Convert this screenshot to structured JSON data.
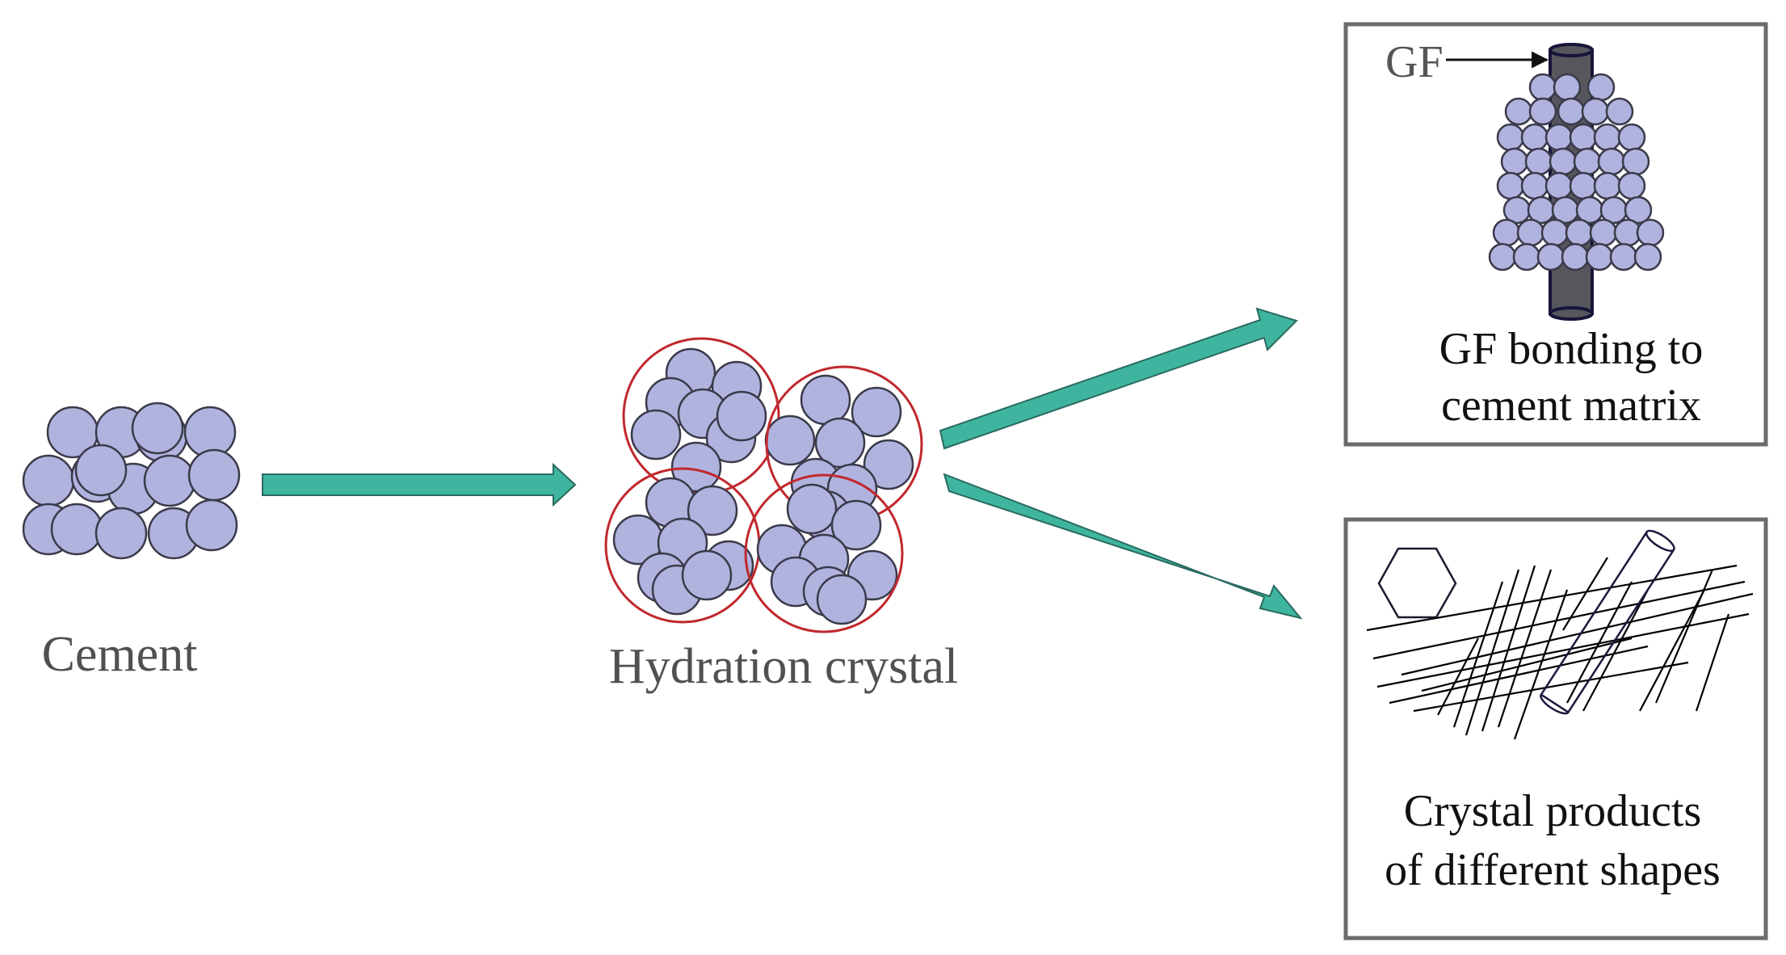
{
  "labels": {
    "cement": "Cement",
    "hydration": "Hydration crystal",
    "gf": "GF",
    "bonding_line1": "GF bonding to",
    "bonding_line2": "cement matrix",
    "crystal_line1": "Crystal products",
    "crystal_line2": "of different shapes"
  },
  "colors": {
    "particle_fill": "#b1b3df",
    "particle_stroke": "#3a3a4a",
    "arrow": "#3fb5a0",
    "arrow_stroke": "#2a6a60",
    "crystal_ring": "#c0282d",
    "fiber": "#56565c",
    "box_border": "#6b6b6b",
    "label_text": "#505050",
    "box_text": "#111111"
  }
}
